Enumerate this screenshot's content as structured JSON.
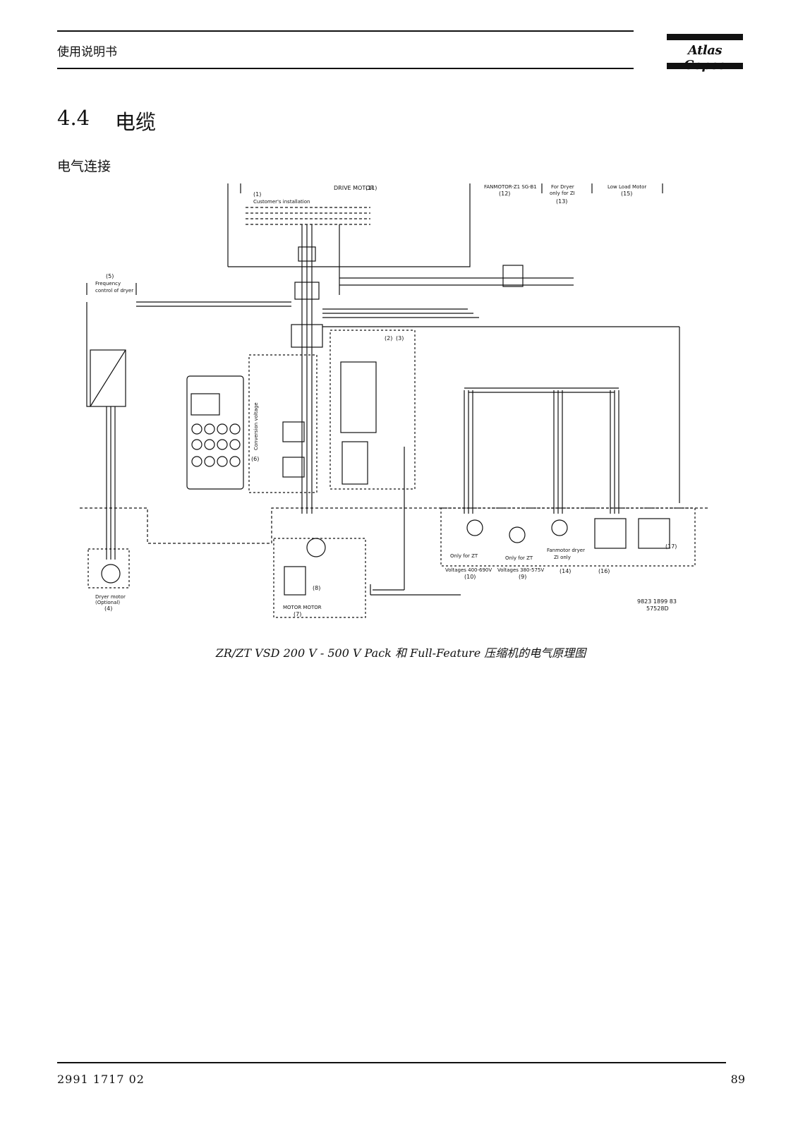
{
  "header": {
    "manual_title": "使用说明书",
    "brand": "Atlas Copco"
  },
  "section": {
    "number": "4.4",
    "title": "电缆"
  },
  "subheading": "电气连接",
  "diagram": {
    "labels": {
      "drive_motor": "DRIVE MOTOR",
      "n11": "(11)",
      "fan_motor": "FANMOTOR-Z1 SG-B1",
      "n12": "(12)",
      "for_dryer": "For Dryer",
      "only_for_zi": "only for ZI",
      "n13": "(13)",
      "low_load_motor": "Low Load Motor",
      "n15": "(15)",
      "n1": "(1)",
      "customer_installation": "Customer's installation",
      "n5": "(5)",
      "frequency": "Frequency",
      "control_of_dryer": "control of dryer",
      "n2": "(2)",
      "n3": "(3)",
      "n6": "(6)",
      "conversion_voltage": "Conversion voltage",
      "only_for_zt": "Only for ZT",
      "only_for_zt_b": "Only for ZT",
      "fan_motor_dryer": "Fanmotor dryer",
      "zi_only": "ZI only",
      "voltages_a": "Voltages 400-690V",
      "voltages_b": "Voltages 380-575V",
      "n10": "(10)",
      "n9": "(9)",
      "n14": "(14)",
      "n16": "(16)",
      "n17": "(17)",
      "dryer_motor": "Dryer motor",
      "dryer_motor_sub": "(Optional)",
      "n4": "(4)",
      "n8": "(8)",
      "motor_bottom": "MOTOR MOTOR",
      "n7": "(7)",
      "drawing_no": "9823 1899 83",
      "revision": "57528D"
    }
  },
  "caption": "ZR/ZT VSD 200 V - 500 V Pack 和 Full-Feature 压缩机的电气原理图",
  "footer": {
    "doc_number": "2991 1717 02",
    "page_number": "89"
  }
}
